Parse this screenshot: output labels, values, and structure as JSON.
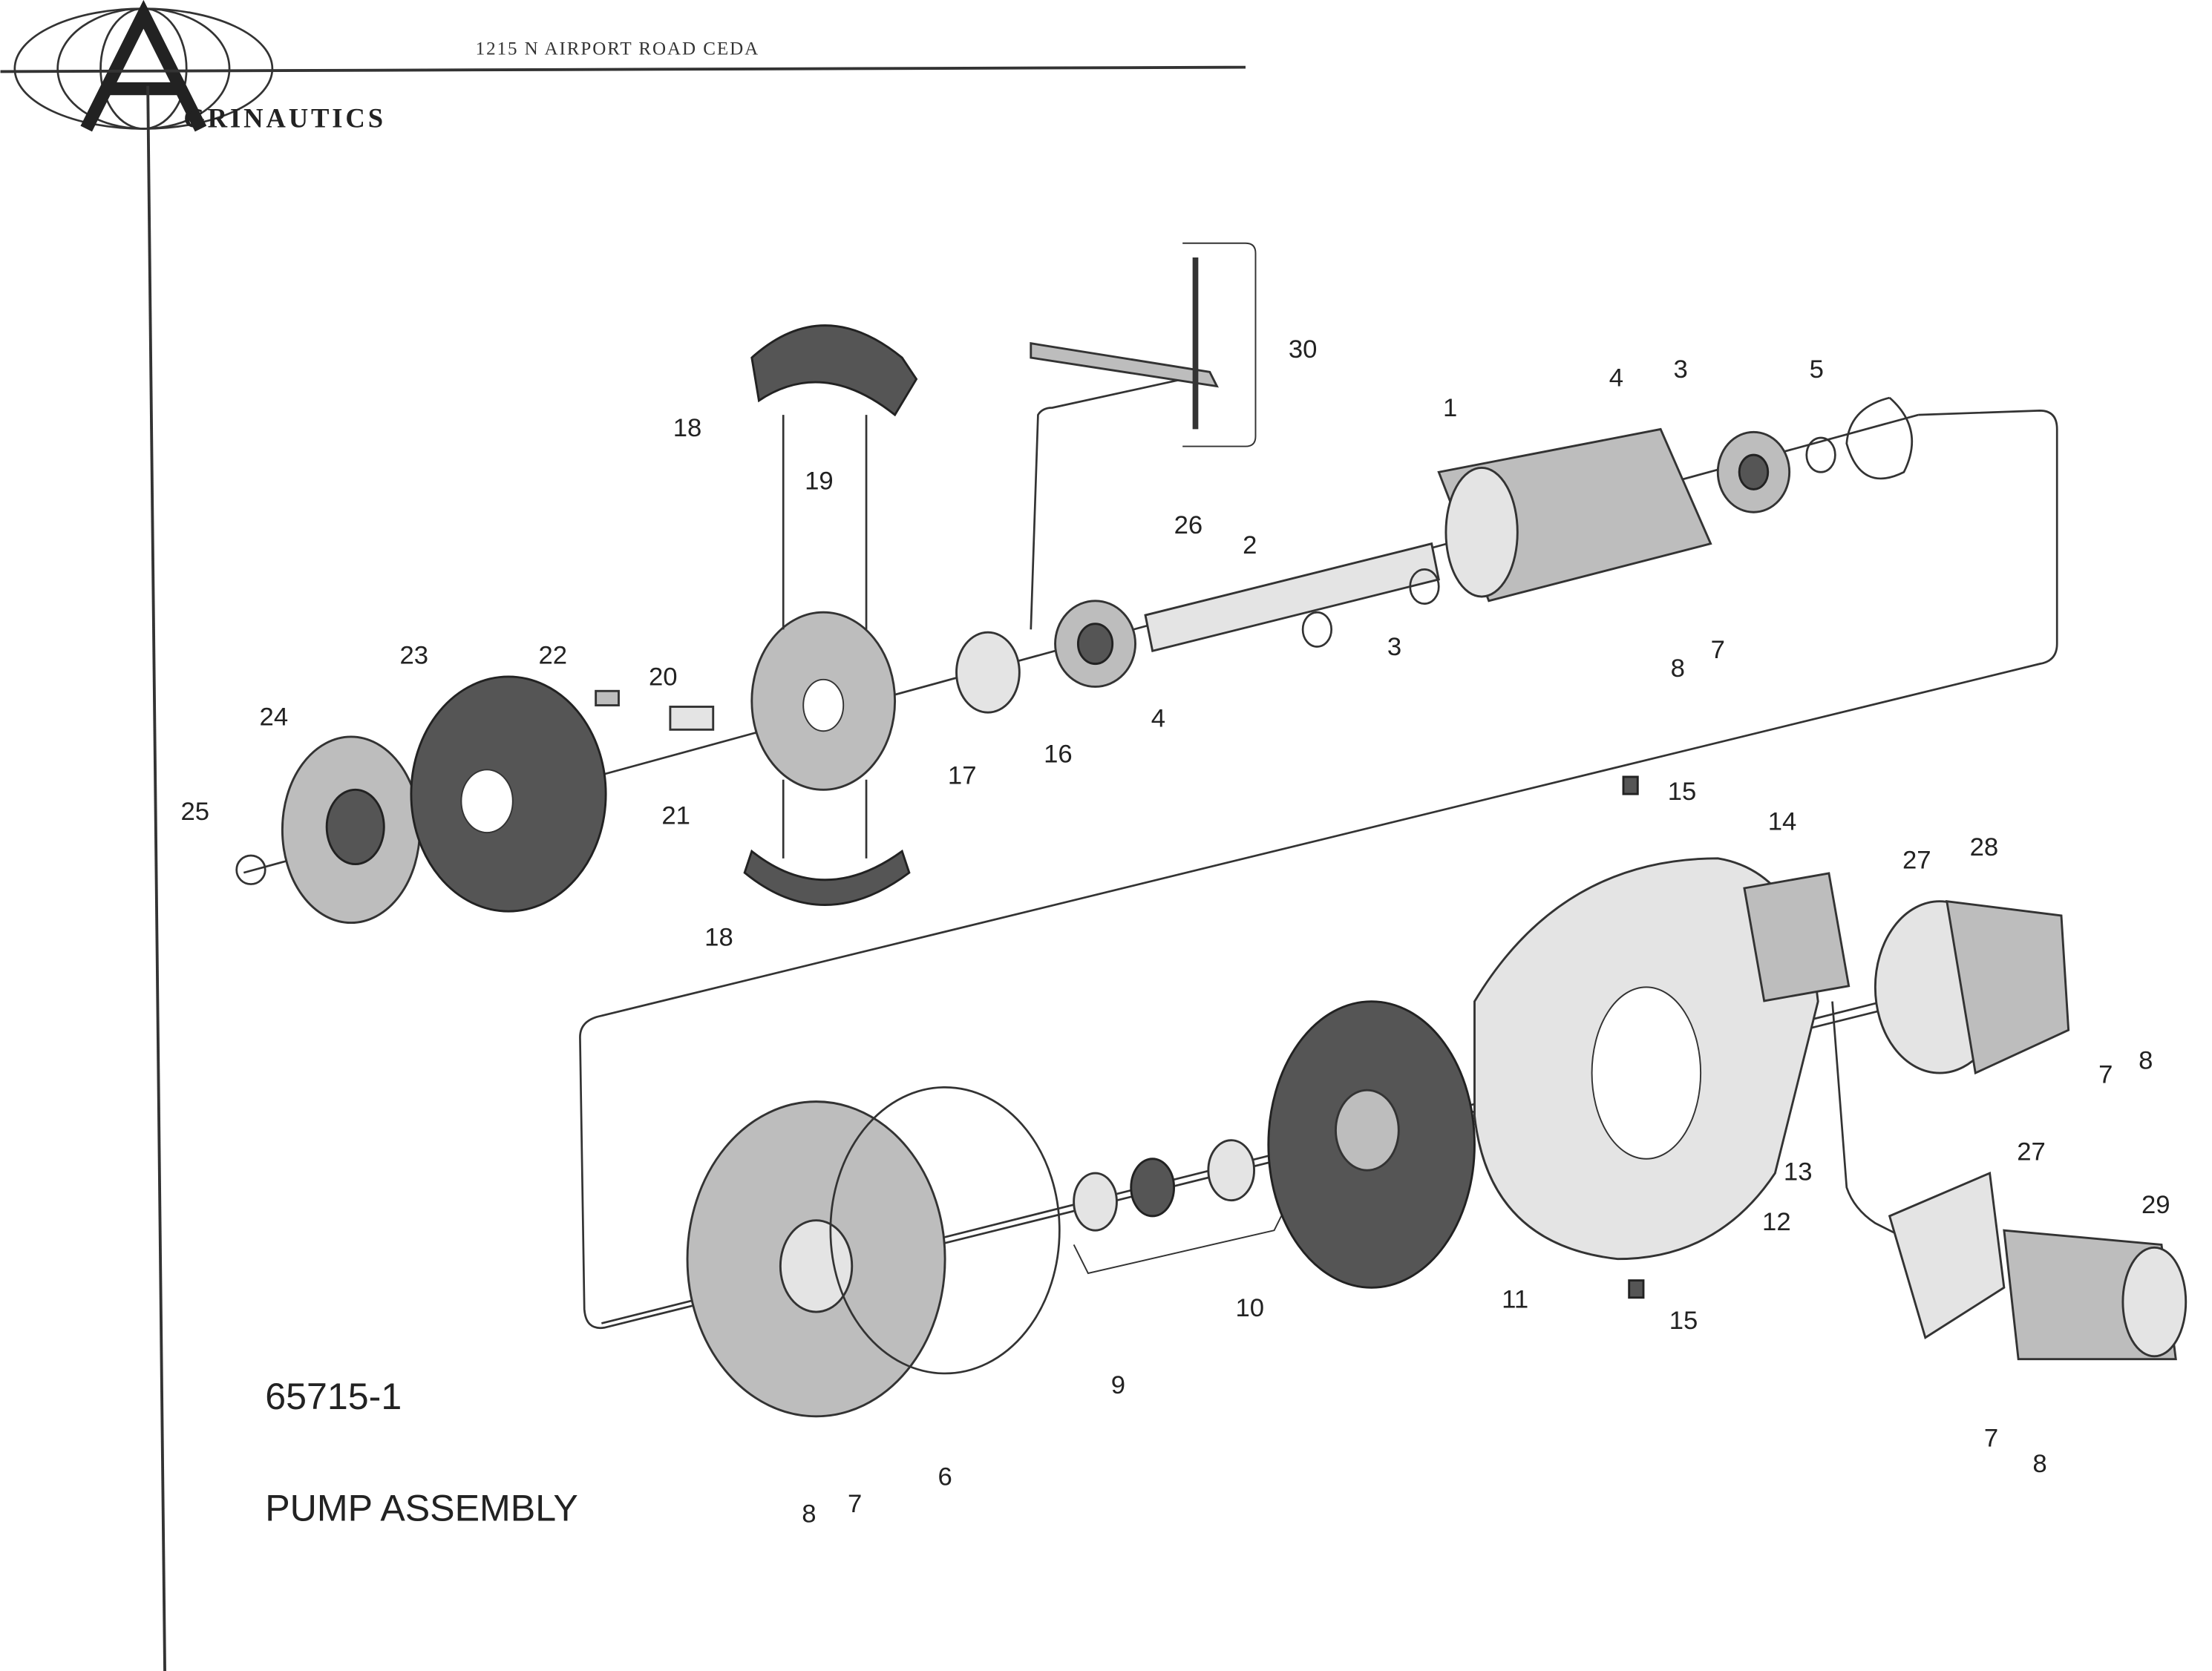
{
  "header": {
    "address": "1215 N AIRPORT ROAD   CEDA",
    "logo_text": "AGRINAUTICS",
    "logo_suffix": "GRINAUTICS"
  },
  "drawing": {
    "part_number": "65715-1",
    "title": "PUMP ASSEMBLY"
  },
  "callouts": [
    "30",
    "18",
    "19",
    "26",
    "2",
    "1",
    "4",
    "3",
    "5",
    "3",
    "7",
    "8",
    "4",
    "16",
    "17",
    "22",
    "23",
    "20",
    "24",
    "21",
    "25",
    "18",
    "15",
    "14",
    "27",
    "28",
    "8",
    "7",
    "13",
    "12",
    "11",
    "10",
    "9",
    "15",
    "27",
    "29",
    "7",
    "8",
    "6",
    "7",
    "8"
  ]
}
